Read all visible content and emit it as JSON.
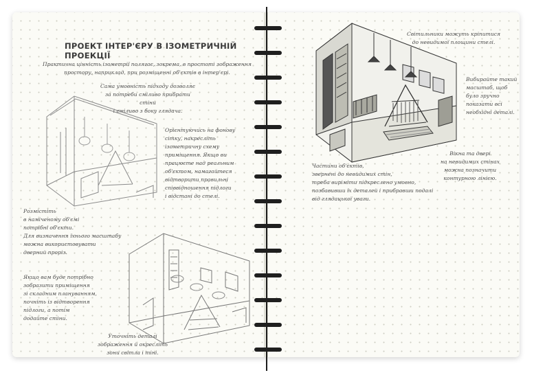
{
  "left_page": {
    "title": "ПРОЕКТ ІНТЕР'ЄРУ В ІЗОМЕТРИЧНІЙ ПРОЕКЦІЇ",
    "intro": "Практична цінність ізометрії полягає, зокрема, в простоті зображення\nпростору, наприклад, при розміщенні об'єктів в інтер'єрі.",
    "note_walls": "Сама умовність підходу дозволяє\nза потреби сміливо прибрати стіни\nі сміливо з боку глядача.",
    "note_grid": "Орієнтуючись на фонову\nсітку, накресліть\nізометричну схему\nприміщення. Якщо ви\nпрацюєте над реальним\nоб'єктом, намагайтеся\nвідтворити правильні\nспіввідношення підлоги\nі відстані до стелі.",
    "note_objects": "Розмістіть\nв наміченому об'ємі\nпотрібні об'єкти.\nДля визначення їхнього масштабу\nможна використовувати\nдверний проріз.",
    "note_complex": "Якщо вам буде потрібно\nзобразити приміщення\nзі складним плануванням,\nпочніть із відтворення\nпідлоги, а потім\nдодайте стіни.",
    "note_details": "Уточніть деталі\nзображення й окресліть\nзони світла і тіні."
  },
  "right_page": {
    "note_lamps": "Світильники можуть кріпитися\nдо невидимої площини стелі.",
    "note_scale": "Вибирайте такий\nмасштаб, щоб\nбуло зручно\nпоказати всі\nнеобхідні деталі.",
    "note_parts": "Частини об'єктів,\nзвернені до невидимих стін,\nтреба виріміти підкреслено умовно,\nпозбавивши їх деталей і прибравши подалі\nвід глядацької уваги.",
    "note_windows": "Вікна та двері\nна невидимих стінах\nможна позначити\nконтурною лінією."
  }
}
